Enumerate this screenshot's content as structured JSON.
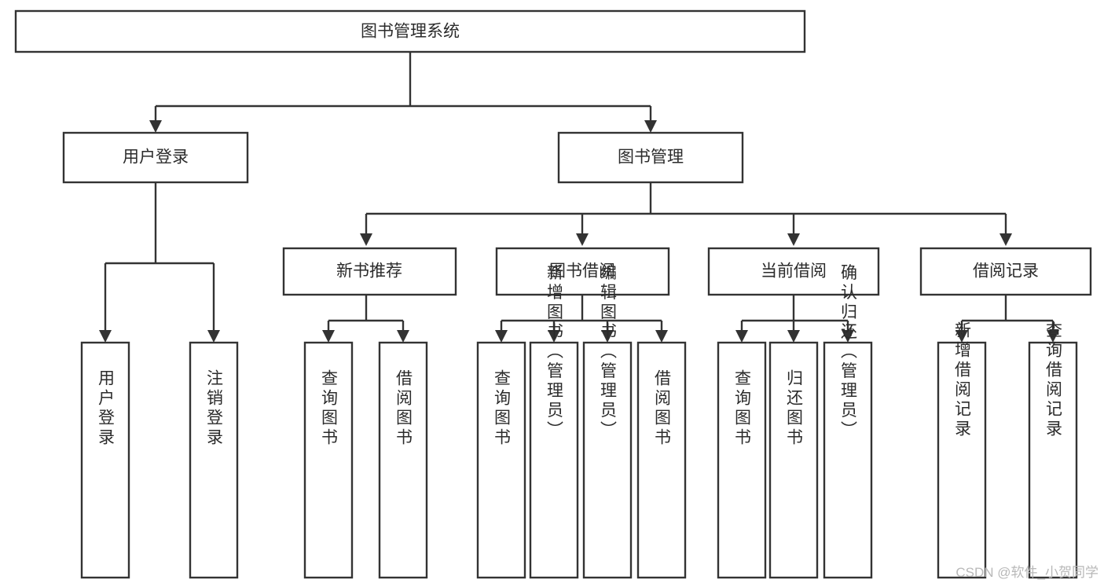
{
  "diagram": {
    "type": "tree-hierarchy",
    "title": "图书管理系统",
    "root": {
      "id": "root",
      "label": "图书管理系统",
      "level": 0
    },
    "level1": [
      {
        "id": "user-login",
        "label": "用户登录"
      },
      {
        "id": "book-management",
        "label": "图书管理"
      }
    ],
    "level2": [
      {
        "id": "new-book-recommend",
        "label": "新书推荐",
        "parent": "book-management"
      },
      {
        "id": "book-borrow",
        "label": "图书借阅",
        "parent": "book-management"
      },
      {
        "id": "current-borrow",
        "label": "当前借阅",
        "parent": "book-management"
      },
      {
        "id": "borrow-record",
        "label": "借阅记录",
        "parent": "book-management"
      }
    ],
    "leaves": {
      "user_login": [
        {
          "id": "leaf-user-login",
          "label": "用户登录"
        },
        {
          "id": "leaf-logout-login",
          "label": "注销登录"
        }
      ],
      "new_book_recommend": [
        {
          "id": "leaf-query-book-1",
          "label": "查询图书"
        },
        {
          "id": "leaf-borrow-book-1",
          "label": "借阅图书"
        }
      ],
      "book_borrow": [
        {
          "id": "leaf-query-book-2",
          "label": "查询图书"
        },
        {
          "id": "leaf-add-book",
          "label": "新增图书（管理员）"
        },
        {
          "id": "leaf-edit-book",
          "label": "编辑图书（管理员）"
        },
        {
          "id": "leaf-borrow-book-2",
          "label": "借阅图书"
        }
      ],
      "current_borrow": [
        {
          "id": "leaf-query-book-3",
          "label": "查询图书"
        },
        {
          "id": "leaf-return-book",
          "label": "归还图书"
        },
        {
          "id": "leaf-confirm-return",
          "label": "确认归还（管理员）"
        }
      ],
      "borrow_record": [
        {
          "id": "leaf-add-record",
          "label": "新增借阅记录"
        },
        {
          "id": "leaf-query-record",
          "label": "查询借阅记录"
        }
      ]
    }
  },
  "watermark": {
    "text": "CSDN @软件_小贺同学"
  },
  "colors": {
    "background": "#ffffff",
    "box_fill": "#ffffff",
    "box_stroke": "#333333",
    "text": "#2b2b2b",
    "watermark": "#b8b8b8"
  }
}
